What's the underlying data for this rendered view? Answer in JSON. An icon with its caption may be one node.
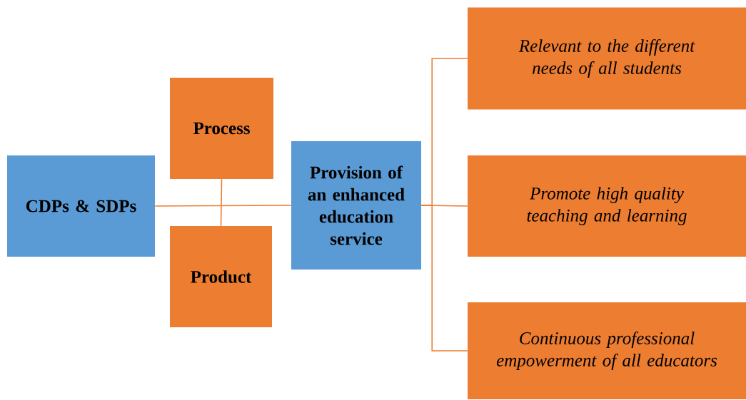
{
  "diagram": {
    "nodes": [
      {
        "text": [
          "CDPs & SDPs"
        ]
      },
      {
        "text": [
          "Process"
        ]
      },
      {
        "text": [
          "Product"
        ]
      },
      {
        "text": [
          "Provision of an enhanced education service"
        ]
      },
      {
        "text": [
          "Relevant to the different needs of all students"
        ]
      },
      {
        "text": [
          "Promote high quality teaching and learning"
        ]
      },
      {
        "text": [
          "Continuous professional empowerment of all educators"
        ]
      }
    ],
    "edges": [
      {
        "from": 0,
        "to": 3,
        "arrow": "none"
      },
      {
        "from": 1,
        "to": 2,
        "arrow": "none"
      },
      {
        "from": 3,
        "to": 4,
        "arrow": "none"
      },
      {
        "from": 3,
        "to": 5,
        "arrow": "none"
      },
      {
        "from": 3,
        "to": 6,
        "arrow": "none"
      }
    ]
  }
}
